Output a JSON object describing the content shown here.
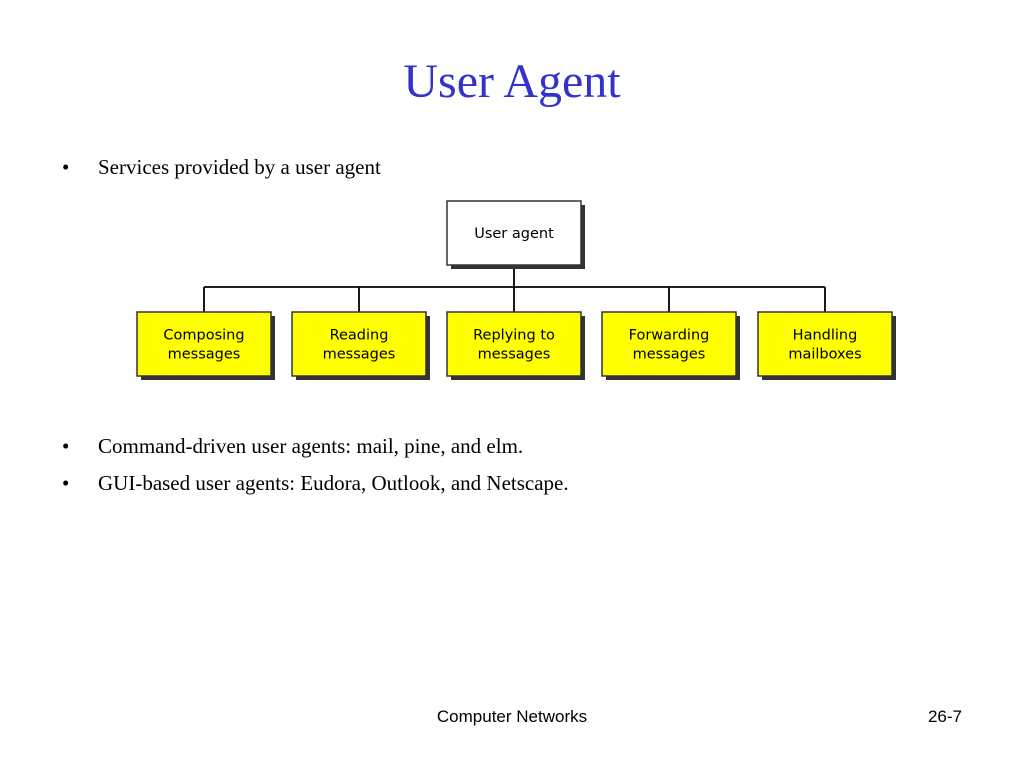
{
  "slide": {
    "title": "User Agent",
    "bullets": [
      "Services provided by a user agent",
      "Command-driven user agents: mail, pine, and elm.",
      "GUI-based user agents: Eudora, Outlook, and Netscape."
    ],
    "bullet_symbol": "•"
  },
  "diagram": {
    "root": {
      "lines": [
        "User agent"
      ],
      "fill": "#ffffff"
    },
    "children": [
      {
        "lines": [
          "Composing",
          "messages"
        ]
      },
      {
        "lines": [
          "Reading",
          "messages"
        ]
      },
      {
        "lines": [
          "Replying to",
          "messages"
        ]
      },
      {
        "lines": [
          "Forwarding",
          "messages"
        ]
      },
      {
        "lines": [
          "Handling",
          "mailboxes"
        ]
      }
    ],
    "child_fill": "#ffff00",
    "border_color": "#333333",
    "shadow_color": "#333333",
    "line_color": "#000000"
  },
  "footer": {
    "center": "Computer Networks",
    "page": "26-7"
  },
  "colors": {
    "title": "#3333cc",
    "text": "#000000",
    "background": "#ffffff"
  }
}
